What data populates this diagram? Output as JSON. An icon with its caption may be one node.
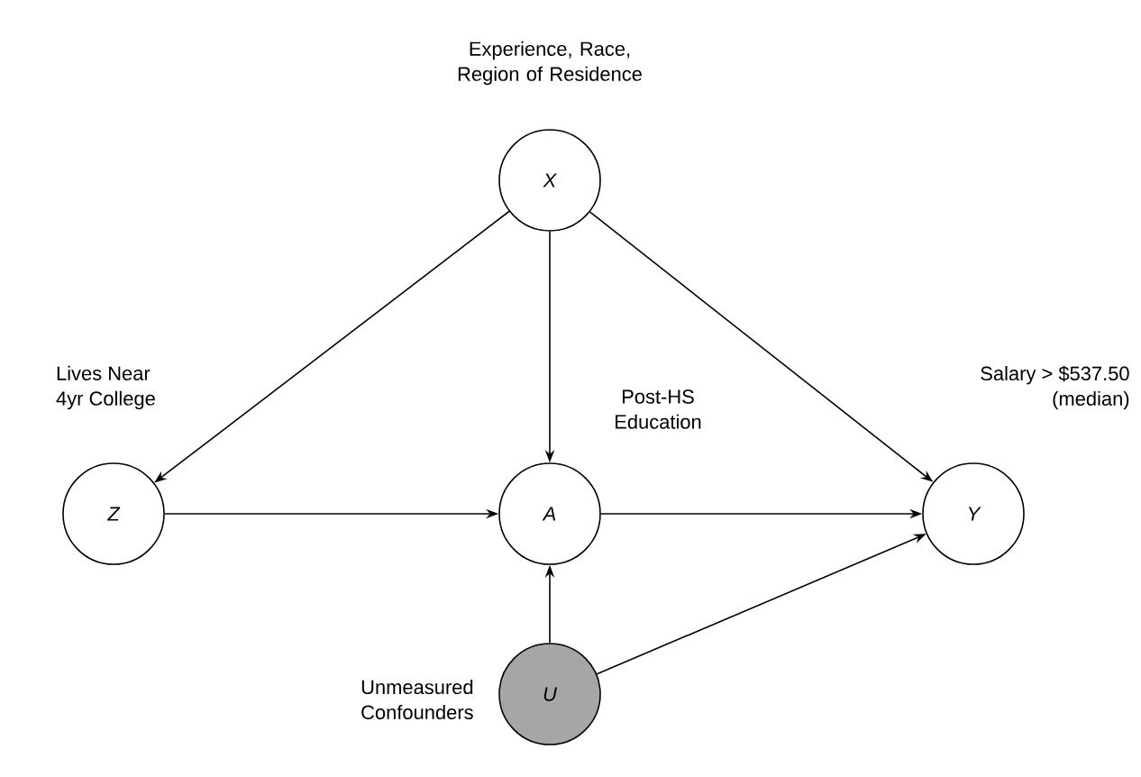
{
  "diagram": {
    "nodes": [
      {
        "text": [
          "X"
        ],
        "beside": [
          "Experience, Race, Region of Residence"
        ]
      },
      {
        "text": [
          "Z"
        ],
        "beside": [
          "Lives Near 4yr College"
        ]
      },
      {
        "text": [
          "A"
        ],
        "beside": [
          "Post-HS Education"
        ]
      },
      {
        "text": [
          "Y"
        ],
        "beside": [
          "Salary > $537.50 (median)"
        ]
      },
      {
        "text": [
          "U"
        ],
        "beside": [
          "Unmeasured Confounders"
        ]
      }
    ],
    "edges": [
      {
        "from": 0,
        "to": 1,
        "arrow": "to"
      },
      {
        "from": 0,
        "to": 2,
        "arrow": "to"
      },
      {
        "from": 0,
        "to": 3,
        "arrow": "to"
      },
      {
        "from": 1,
        "to": 2,
        "arrow": "to"
      },
      {
        "from": 2,
        "to": 3,
        "arrow": "to"
      },
      {
        "from": 4,
        "to": 2,
        "arrow": "to"
      },
      {
        "from": 4,
        "to": 3,
        "arrow": "to"
      }
    ]
  }
}
